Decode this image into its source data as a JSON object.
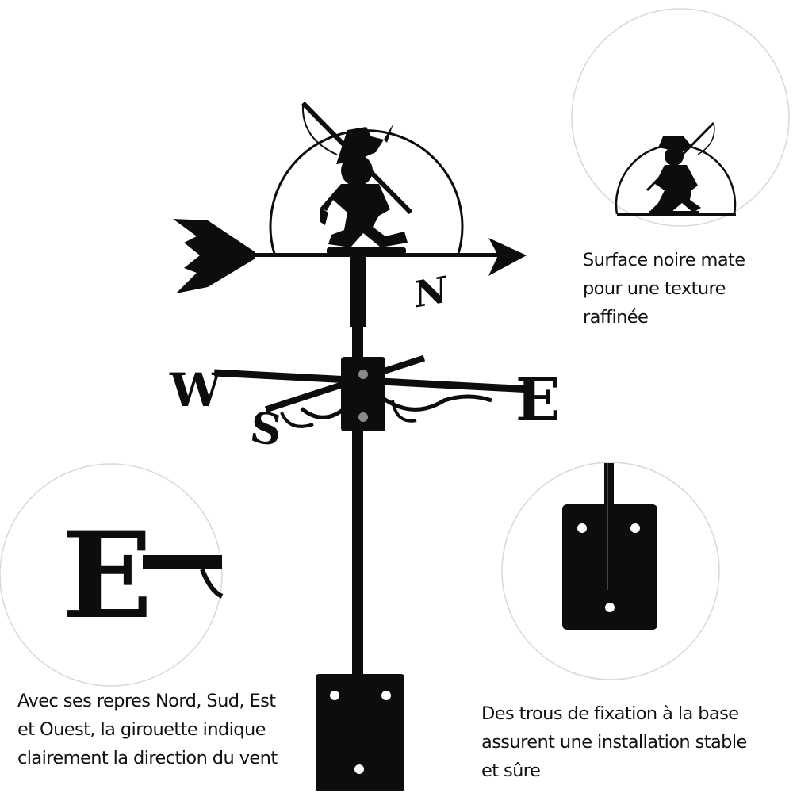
{
  "product": {
    "compass_letters": {
      "west": "W",
      "east": "E",
      "north": "N",
      "south": "S"
    },
    "detail_east_letter": "E"
  },
  "captions": {
    "finish": {
      "lines": [
        "Surface noire mate",
        "pour une texture",
        "raffinée"
      ]
    },
    "directions": {
      "lines": [
        "Avec ses repres Nord, Sud, Est",
        "et Ouest, la girouette indique",
        "clairement la direction du vent"
      ]
    },
    "mounting": {
      "lines": [
        "Des trous de fixation à la base",
        "assurent une installation stable",
        "et sûre"
      ]
    }
  },
  "colors": {
    "metal": "#0d0d0d",
    "background": "#ffffff",
    "circle_outline": "#d8d8d8",
    "text": "#111111"
  }
}
